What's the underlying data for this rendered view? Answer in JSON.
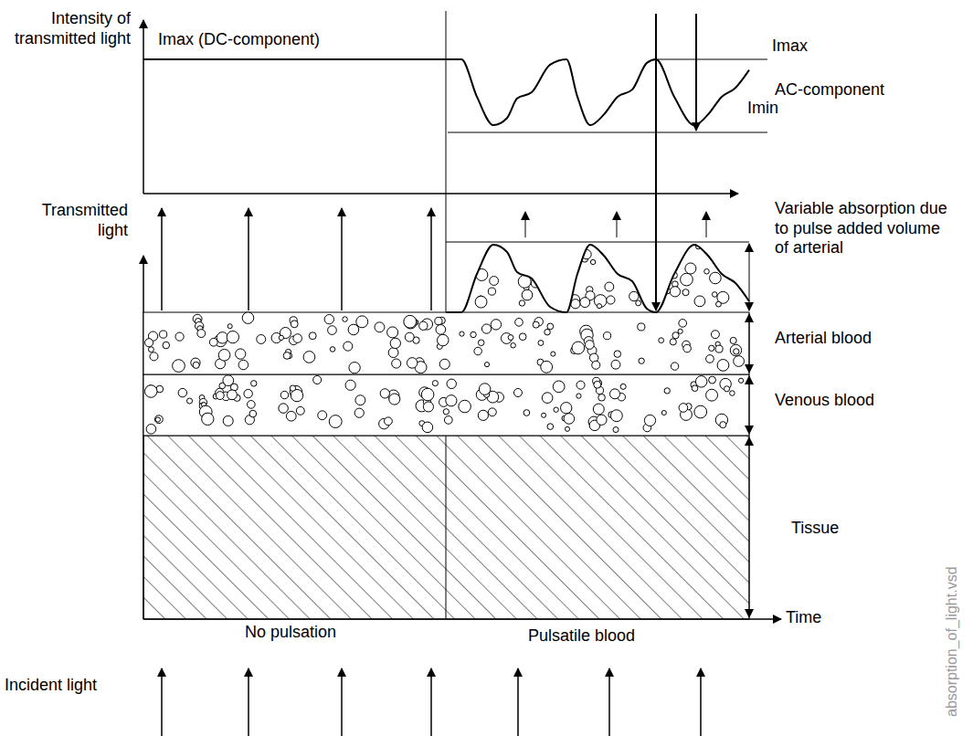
{
  "diagram": {
    "labels": [
      "Intensity of transmitted light",
      "Imax (DC-component)",
      "Imax",
      "AC-component",
      "Imin",
      "Transmitted light",
      "Variable absorption due to pulse added volume of arterial",
      "Arterial blood",
      "Venous blood",
      "Tissue",
      "Time",
      "No pulsation",
      "Pulsatile blood",
      "Incident light",
      "absorption_of_light.vsd"
    ]
  }
}
